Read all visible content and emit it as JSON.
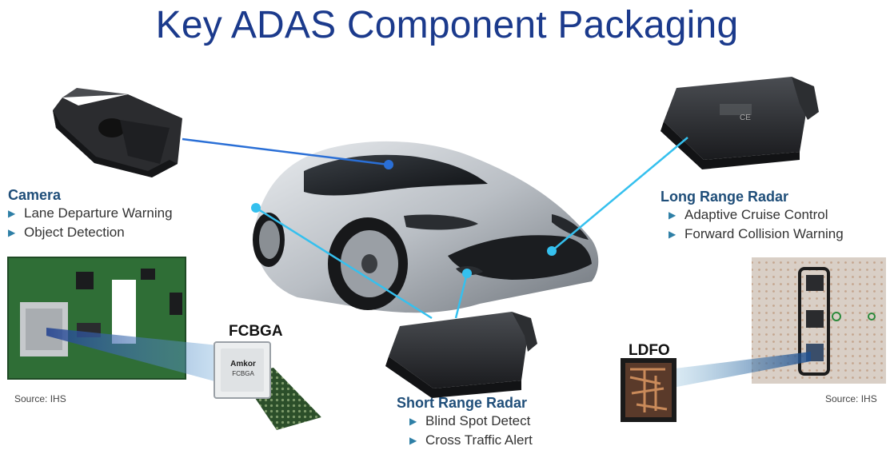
{
  "title": "Key ADAS Component Packaging",
  "camera": {
    "title": "Camera",
    "bullets": [
      "Lane Departure Warning",
      "Object Detection"
    ]
  },
  "long_range_radar": {
    "title": "Long Range Radar",
    "bullets": [
      "Adaptive Cruise Control",
      "Forward Collision Warning"
    ]
  },
  "short_range_radar": {
    "title": "Short Range Radar",
    "bullets": [
      "Blind Spot Detect",
      "Cross Traffic Alert"
    ]
  },
  "packages": {
    "fcbga_label": "FCBGA",
    "ldfo_label": "LDFO",
    "chip_brand": "Amkor",
    "chip_text": "FCBGA"
  },
  "sources": {
    "left": "Source: IHS",
    "right": "Source: IHS"
  },
  "colors": {
    "title": "#1b3a8c",
    "connector_dark": "#2a6fd6",
    "connector_light": "#35c0ee",
    "bullet_arrow": "#2e7fa6"
  }
}
